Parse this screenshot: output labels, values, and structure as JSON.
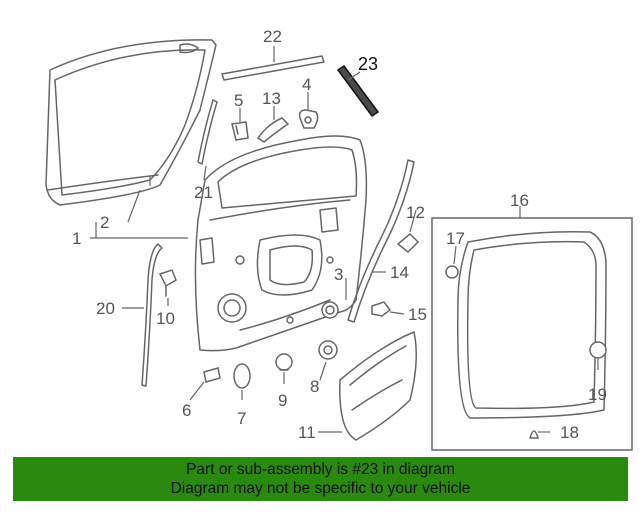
{
  "highlighted_part": "23",
  "banner": {
    "line1": "Part or sub-assembly is #23 in diagram",
    "line2": "Diagram may not be specific to your vehicle",
    "color": "#2a8a10"
  },
  "callouts": {
    "c1": "1",
    "c2": "2",
    "c3": "3",
    "c4": "4",
    "c5": "5",
    "c6": "6",
    "c7": "7",
    "c8": "8",
    "c9": "9",
    "c10": "10",
    "c11": "11",
    "c12": "12",
    "c13": "13",
    "c14": "14",
    "c15": "15",
    "c16": "16",
    "c17": "17",
    "c18": "18",
    "c19": "19",
    "c20": "20",
    "c21": "21",
    "c22": "22",
    "c23": "23"
  }
}
